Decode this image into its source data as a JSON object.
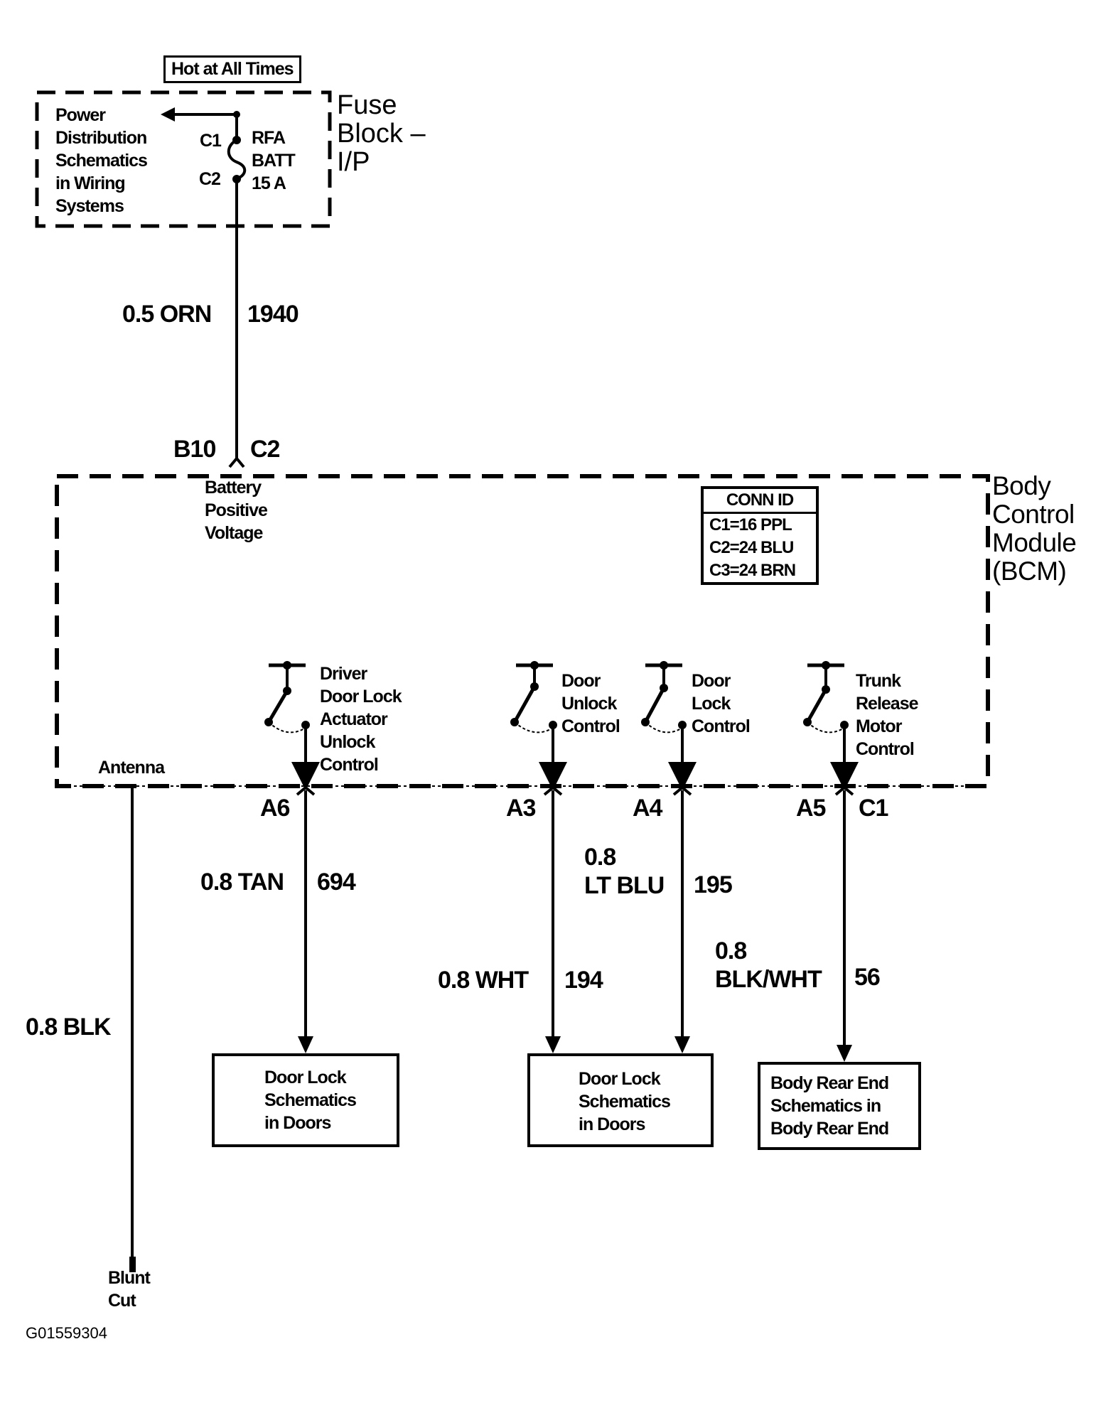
{
  "hot_label": "Hot at All Times",
  "fuse_block": {
    "title_lines": [
      "Fuse",
      "Block –",
      "I/P"
    ],
    "power_dist_lines": [
      "Power",
      "Distribution",
      "Schematics",
      "in Wiring",
      "Systems"
    ],
    "c1": "C1",
    "c2": "C2",
    "fuse_lines": [
      "RFA",
      "BATT",
      "15 A"
    ]
  },
  "feed_wire": {
    "size_color": "0.5 ORN",
    "circuit": "1940"
  },
  "bcm_input": {
    "pin": "B10",
    "connector": "C2",
    "label_lines": [
      "Battery",
      "Positive",
      "Voltage"
    ]
  },
  "bcm": {
    "title_lines": [
      "Body",
      "Control",
      "Module",
      "(BCM)"
    ],
    "conn_id": {
      "header": "CONN ID",
      "rows": [
        "C1=16 PPL",
        "C2=24 BLU",
        "C3=24 BRN"
      ]
    }
  },
  "switches": [
    {
      "label_lines": [
        "Driver",
        "Door Lock",
        "Actuator",
        "Unlock",
        "Control"
      ],
      "pin": "A6"
    },
    {
      "label_lines": [
        "Door",
        "Unlock",
        "Control"
      ],
      "pin": "A3"
    },
    {
      "label_lines": [
        "Door",
        "Lock",
        "Control"
      ],
      "pin": "A4"
    },
    {
      "label_lines": [
        "Trunk",
        "Release",
        "Motor",
        "Control"
      ],
      "pin": "A5",
      "connector": "C1"
    }
  ],
  "wires": [
    {
      "size_color": "0.8 TAN",
      "circuit": "694"
    },
    {
      "size_color": "0.8 WHT",
      "circuit": "194"
    },
    {
      "size_color_lines": [
        "0.8",
        "LT BLU"
      ],
      "circuit": "195"
    },
    {
      "size_color_lines": [
        "0.8",
        "BLK/WHT"
      ],
      "circuit": "56"
    }
  ],
  "antenna": {
    "label": "Antenna",
    "wire": "0.8 BLK",
    "end_lines": [
      "Blunt",
      "Cut"
    ]
  },
  "destinations": [
    {
      "lines": [
        "Door Lock",
        "Schematics",
        "in Doors"
      ]
    },
    {
      "lines": [
        "Door Lock",
        "Schematics",
        "in Doors"
      ]
    },
    {
      "lines": [
        "Body Rear End",
        "Schematics in",
        "Body Rear End"
      ]
    }
  ],
  "figure_id": "G01559304"
}
